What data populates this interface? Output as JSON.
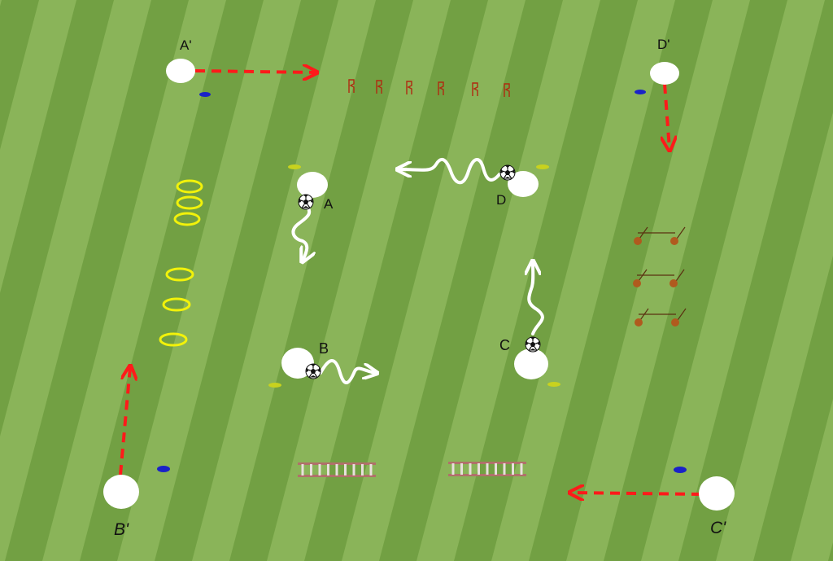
{
  "colors": {
    "grass_dark": "#72a043",
    "grass_light": "#8ab459",
    "run_arrow": "#ff1a1a",
    "dribble": "#ffffff",
    "player": "#ffffff",
    "hoop": "#f2f20a",
    "cone_blue": "#1a22c8",
    "cone_yellow": "#c8d21e",
    "hurdle": "#b05a1e",
    "ladder": "#b0706a",
    "pole": "#b02a10"
  },
  "labels": {
    "a": "A",
    "b": "B",
    "c": "C",
    "d": "D",
    "a_prime": "A'",
    "b_prime": "B'",
    "c_prime": "C'",
    "d_prime": "D'"
  },
  "icons": {
    "player": "player-disc",
    "ball": "soccer-ball-icon",
    "cone": "marker-cone-icon",
    "hoop": "agility-hoop-icon",
    "ladder": "agility-ladder-icon",
    "hurdle": "mini-hurdle-icon",
    "pole": "slalom-pole-icon"
  }
}
